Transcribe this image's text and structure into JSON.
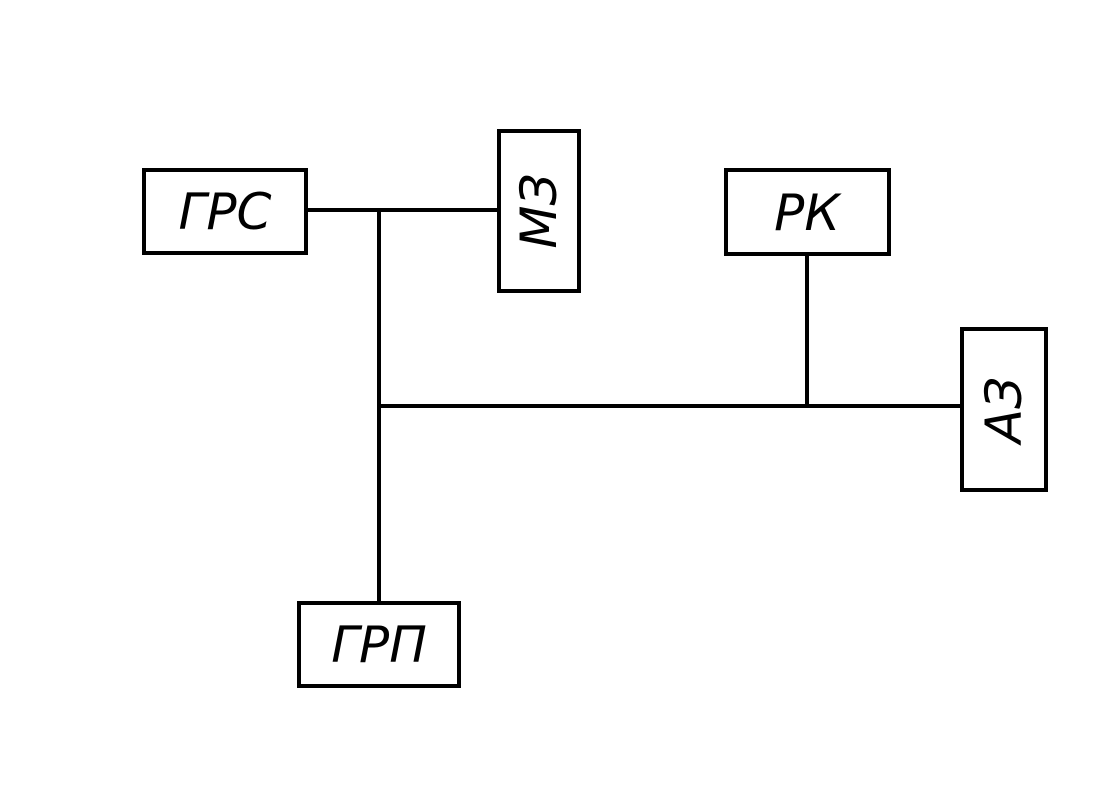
{
  "diagram": {
    "nodes": {
      "grs": "ГРС",
      "mz": "МЗ",
      "rk": "РК",
      "az": "АЗ",
      "grp": "ГРП"
    },
    "edges": [
      [
        "ГРС",
        "МЗ"
      ],
      [
        "ГРС",
        "ГРП"
      ],
      [
        "ГРП",
        "АЗ"
      ],
      [
        "РК",
        "АЗ"
      ]
    ]
  }
}
